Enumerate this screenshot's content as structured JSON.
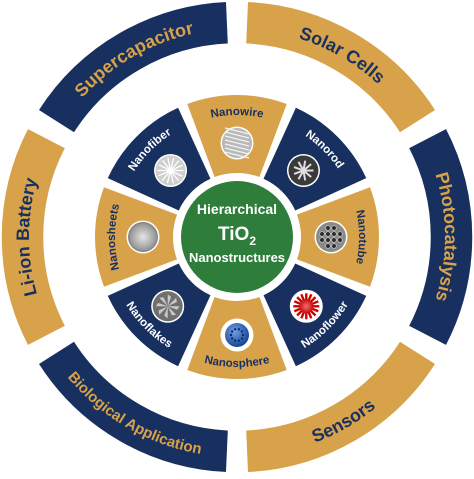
{
  "colors": {
    "navy": "#17305f",
    "gold": "#d7a24a",
    "green": "#2f7d3b",
    "white": "#ffffff"
  },
  "center": {
    "line1": "Hierarchical",
    "line2a": "TiO",
    "line2b": "2",
    "line3": "Nanostructures"
  },
  "applications": [
    {
      "label": "Supercapacitor",
      "color": "navy"
    },
    {
      "label": "Solar Cells",
      "color": "gold"
    },
    {
      "label": "Photocatalysis",
      "color": "navy"
    },
    {
      "label": "Sensors",
      "color": "gold"
    },
    {
      "label": "Biological Application",
      "color": "navy"
    },
    {
      "label": "Li-ion Battery",
      "color": "gold"
    }
  ],
  "structures": [
    {
      "label": "Nanowire",
      "color": "gold",
      "icon": "nanowire-image-icon"
    },
    {
      "label": "Nanorod",
      "color": "navy",
      "icon": "nanorod-image-icon"
    },
    {
      "label": "Nanotube",
      "color": "gold",
      "icon": "nanotube-image-icon"
    },
    {
      "label": "Nanoflower",
      "color": "navy",
      "icon": "nanoflower-image-icon"
    },
    {
      "label": "Nanosphere",
      "color": "gold",
      "icon": "nanosphere-image-icon"
    },
    {
      "label": "Nanoflakes",
      "color": "navy",
      "icon": "nanoflakes-image-icon"
    },
    {
      "label": "Nanosheets",
      "color": "gold",
      "icon": "nanosheets-image-icon"
    },
    {
      "label": "Nanofiber",
      "color": "navy",
      "icon": "nanofiber-image-icon"
    }
  ]
}
